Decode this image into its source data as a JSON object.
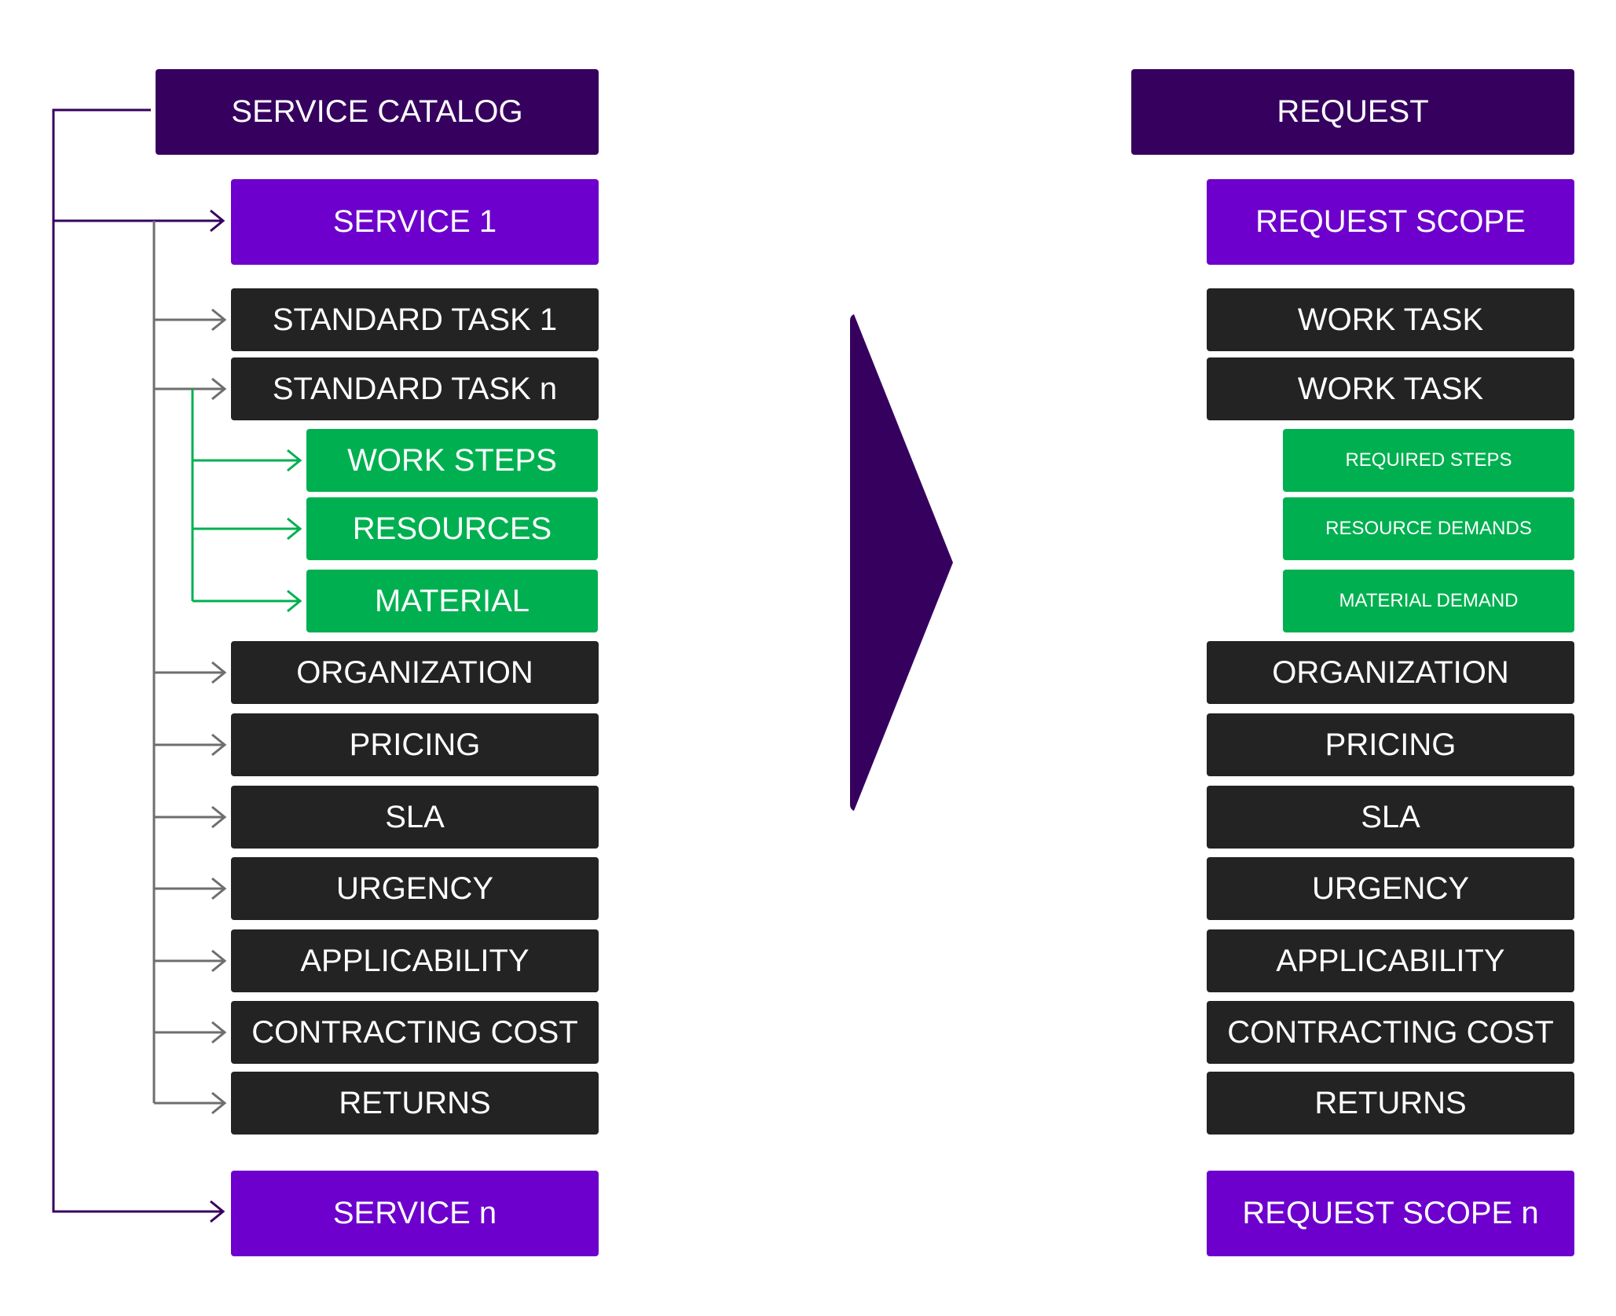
{
  "colors": {
    "header": "#36005f",
    "service": "#6d00cc",
    "item": "#232323",
    "sub_item": "#00b050",
    "connector_gray": "#6e6e6e",
    "connector_purple": "#36005f",
    "connector_green": "#00b050"
  },
  "left": {
    "header": "SERVICE CATALOG",
    "service_first": "SERVICE 1",
    "task_1": "STANDARD TASK 1",
    "task_n": "STANDARD TASK n",
    "sub_items": [
      "WORK STEPS",
      "RESOURCES",
      "MATERIAL"
    ],
    "items": [
      "ORGANIZATION",
      "PRICING",
      "SLA",
      "URGENCY",
      "APPLICABILITY",
      "CONTRACTING COST",
      "RETURNS"
    ],
    "service_last": "SERVICE n"
  },
  "right": {
    "header": "REQUEST",
    "scope_first": "REQUEST SCOPE",
    "task_1": "WORK TASK",
    "task_n": "WORK TASK",
    "sub_items": [
      "REQUIRED STEPS",
      "RESOURCE DEMANDS",
      "MATERIAL DEMAND"
    ],
    "items": [
      "ORGANIZATION",
      "PRICING",
      "SLA",
      "URGENCY",
      "APPLICABILITY",
      "CONTRACTING COST",
      "RETURNS"
    ],
    "scope_last": "REQUEST SCOPE n"
  }
}
